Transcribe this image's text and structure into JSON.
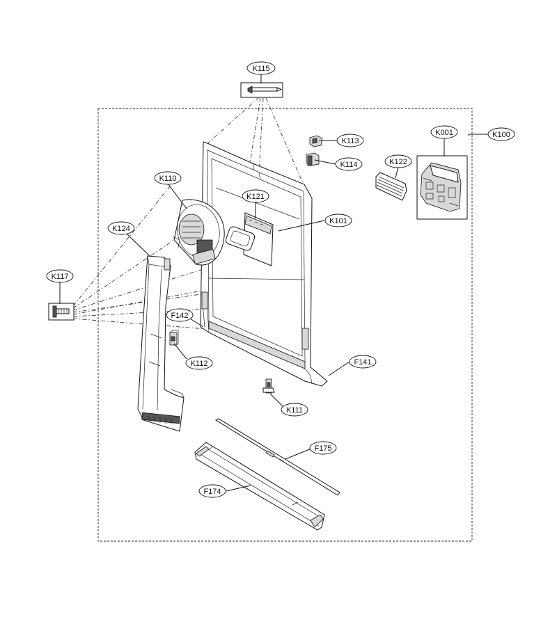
{
  "labels": {
    "k115": "K115",
    "k113": "K113",
    "k114": "K114",
    "k001": "K001",
    "k100": "K100",
    "k110": "K110",
    "k122": "K122",
    "k121": "K121",
    "k101": "K101",
    "k124": "K124",
    "k117": "K117",
    "f142": "F142",
    "k112": "K112",
    "f141": "F141",
    "k111": "K111",
    "f175": "F175",
    "f174": "F174"
  }
}
